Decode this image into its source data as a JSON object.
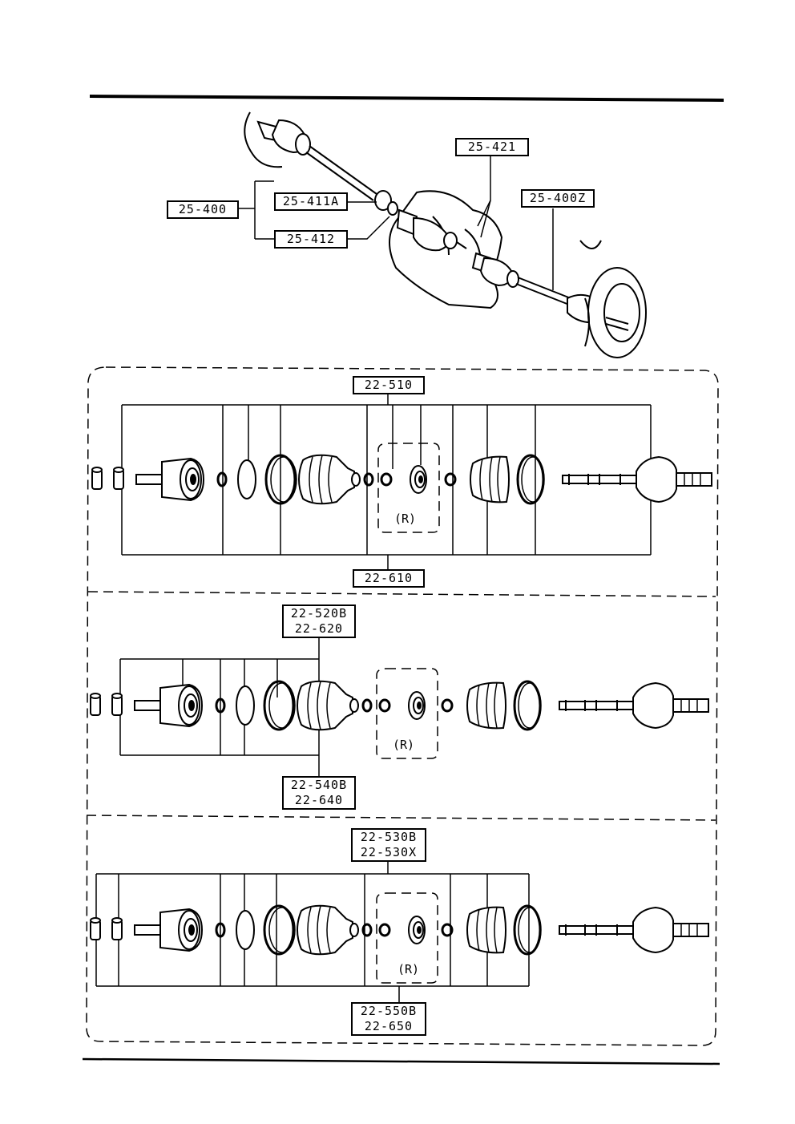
{
  "top_assembly": {
    "callouts": {
      "assy": "25-400",
      "assy_right": "25-400Z",
      "joint_a": "25-411A",
      "joint_b": "25-412",
      "clip": "25-421"
    }
  },
  "sections": [
    {
      "top_label": [
        "22-510"
      ],
      "bottom_label": [
        "22-610"
      ],
      "group_mark": "(R)"
    },
    {
      "top_label": [
        "22-520B",
        "22-620"
      ],
      "bottom_label": [
        "22-540B",
        "22-640"
      ],
      "group_mark": "(R)"
    },
    {
      "top_label": [
        "22-530B",
        "22-530X"
      ],
      "bottom_label": [
        "22-550B",
        "22-650"
      ],
      "group_mark": "(R)"
    }
  ]
}
